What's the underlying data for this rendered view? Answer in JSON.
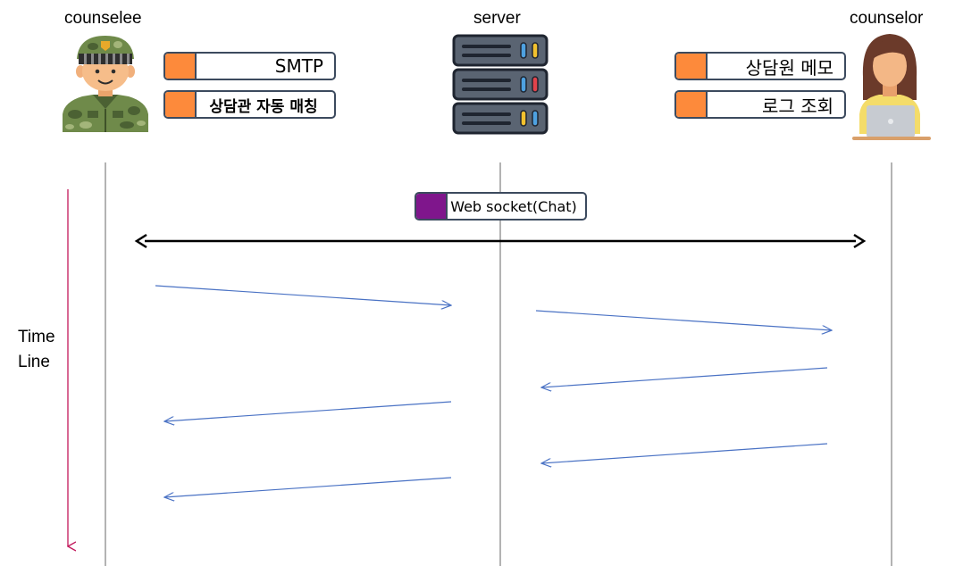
{
  "actors": {
    "counselee": "counselee",
    "server": "server",
    "counselor": "counselor"
  },
  "counselee_tags": {
    "smtp": "SMTP",
    "auto_match": "상담관 자동 매칭"
  },
  "counselor_tags": {
    "memo": "상담원 메모",
    "log": "로그 조회"
  },
  "websocket": {
    "label": "Web socket(Chat)"
  },
  "timeline": {
    "line1": "Time",
    "line2": "Line"
  },
  "colors": {
    "orange": "#fd8a3b",
    "purple": "#7f168c",
    "arrow_blue": "#4a72c4",
    "lifeline_gray": "#b3b3b3",
    "timeline_pink": "#c2185b",
    "border_navy": "#3c4a5e"
  }
}
